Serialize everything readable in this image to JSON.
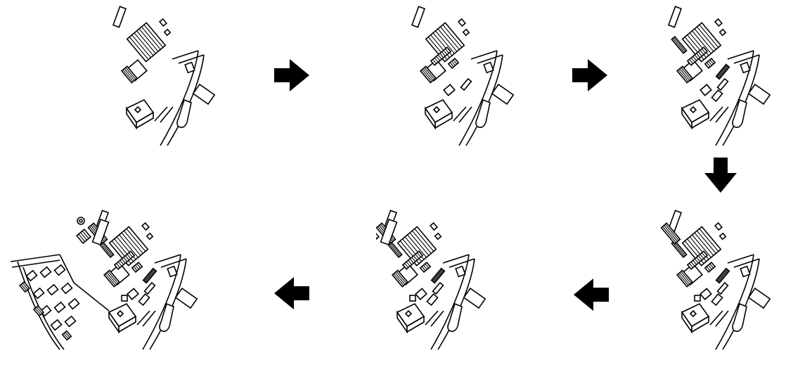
{
  "diagram": {
    "stages": [
      {
        "id": "stage-1",
        "level": 0
      },
      {
        "id": "stage-2",
        "level": 1
      },
      {
        "id": "stage-3",
        "level": 2
      },
      {
        "id": "stage-4",
        "level": 3
      },
      {
        "id": "stage-5",
        "level": 4
      },
      {
        "id": "stage-6",
        "level": 5
      }
    ],
    "arrows": [
      {
        "from": "stage-1",
        "to": "stage-2",
        "direction": "right"
      },
      {
        "from": "stage-2",
        "to": "stage-3",
        "direction": "right"
      },
      {
        "from": "stage-3",
        "to": "stage-4",
        "direction": "down"
      },
      {
        "from": "stage-4",
        "to": "stage-5",
        "direction": "left"
      },
      {
        "from": "stage-5",
        "to": "stage-6",
        "direction": "left"
      }
    ],
    "colors": {
      "line": "#000000",
      "fill": "#ffffff",
      "arrow": "#000000"
    }
  }
}
